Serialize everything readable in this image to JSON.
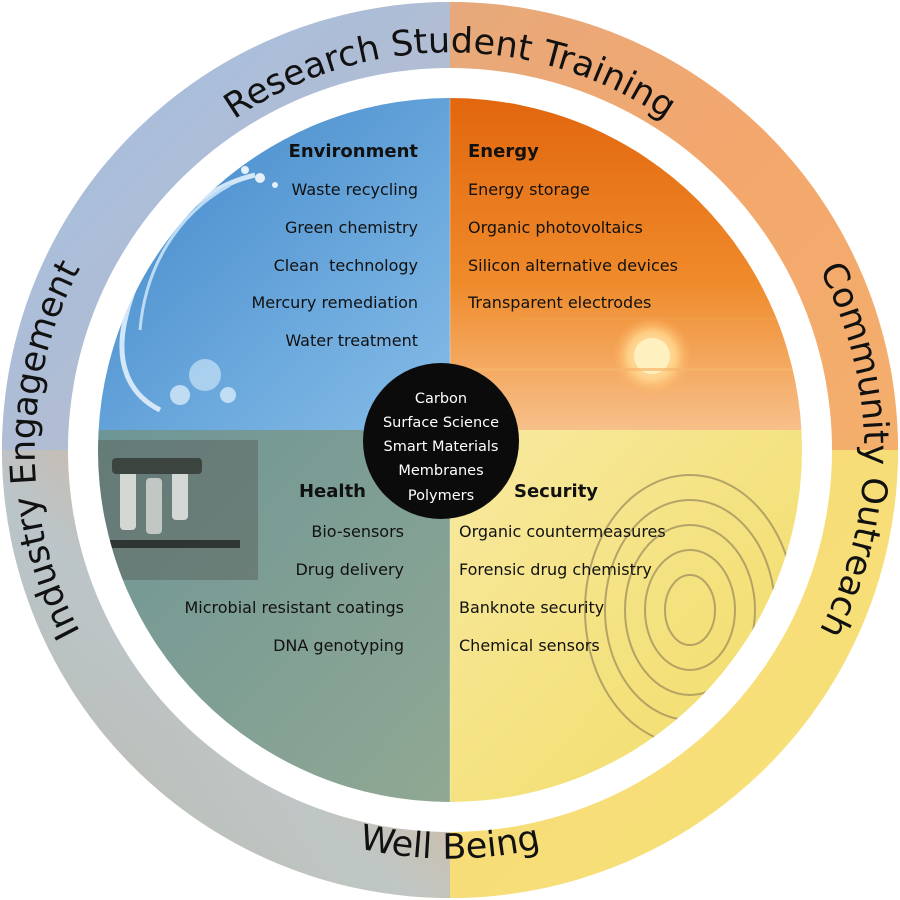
{
  "ring": {
    "top": "Research Student Training",
    "right": "Community Outreach",
    "bottom": "Well Being",
    "left": "Industry Engagement"
  },
  "quadrants": {
    "environment": {
      "title": "Environment",
      "items": [
        "Waste recycling",
        "Green chemistry",
        "Clean  technology",
        "Mercury remediation",
        "Water treatment"
      ]
    },
    "energy": {
      "title": "Energy",
      "items": [
        "Energy storage",
        "Organic photovoltaics",
        "Silicon alternative devices",
        "Transparent electrodes"
      ]
    },
    "health": {
      "title": "Health",
      "items": [
        "Bio-sensors",
        "Drug delivery",
        "Microbial resistant coatings",
        "DNA genotyping"
      ]
    },
    "security": {
      "title": "Security",
      "items": [
        "Organic countermeasures",
        "Forensic drug chemistry",
        "Banknote security",
        "Chemical sensors"
      ]
    }
  },
  "hub": {
    "items": [
      "Carbon",
      "Surface Science",
      "Smart Materials",
      "Membranes",
      "Polymers"
    ]
  },
  "colors": {
    "environment": "#5f9ed8",
    "energy": "#ec7a1c",
    "health": "#7d9e96",
    "security": "#f3e27a",
    "hub": "#0b0b0b"
  },
  "icons": {
    "environment": "water-splash-icon",
    "energy": "sunset-icon",
    "health": "microscope-icon",
    "security": "fingerprint-icon"
  }
}
